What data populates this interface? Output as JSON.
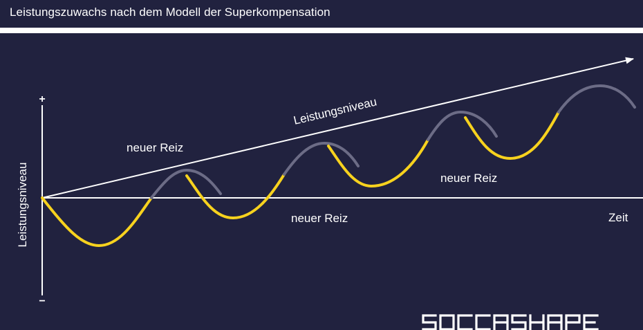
{
  "header": {
    "title": "Leistungszuwachs nach dem Modell der Superkompensation"
  },
  "diagram": {
    "y_axis_label": "Leistungsniveau",
    "y_axis_plus": "+",
    "y_axis_minus": "−",
    "x_axis_label": "Zeit",
    "trend_label": "Leistungsniveau",
    "stimulus_labels": [
      "neuer Reiz",
      "neuer Reiz",
      "neuer Reiz"
    ]
  },
  "logo": {
    "text": "SOCCASHAPE"
  },
  "colors": {
    "background": "#21223f",
    "curve_yellow": "#f7d21e",
    "curve_grey": "#6c6c86",
    "line_white": "#ffffff"
  }
}
